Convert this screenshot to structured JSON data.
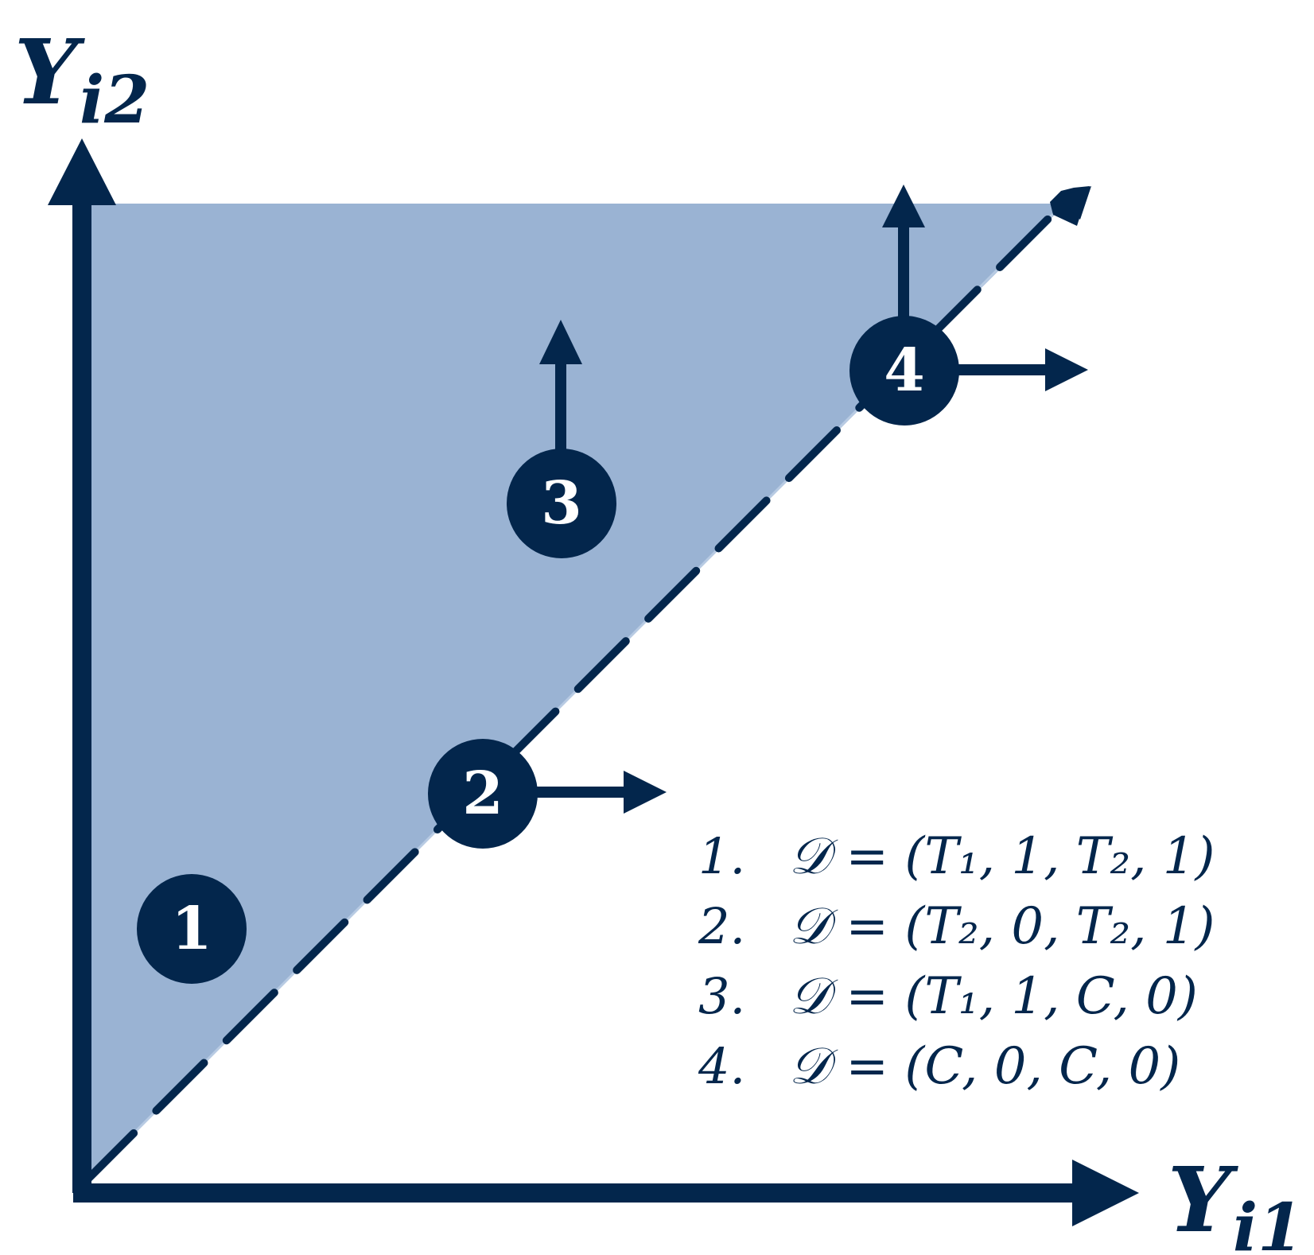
{
  "colors": {
    "navy": "#03264c",
    "region": "#9ab3d3",
    "white": "#ffffff"
  },
  "axes": {
    "x_label": "Y",
    "x_subscript": "i1",
    "y_label": "Y",
    "y_subscript": "i2"
  },
  "nodes": [
    {
      "label": "1"
    },
    {
      "label": "2"
    },
    {
      "label": "3"
    },
    {
      "label": "4"
    }
  ],
  "legend": [
    {
      "number": "1.",
      "formula": "𝒟 = (T₁, 1, T₂, 1)"
    },
    {
      "number": "2.",
      "formula": "𝒟 = (T₂, 0, T₂, 1)"
    },
    {
      "number": "3.",
      "formula": "𝒟 = (T₁, 1, C, 0)"
    },
    {
      "number": "4.",
      "formula": "𝒟 = (C, 0, C, 0)"
    }
  ]
}
